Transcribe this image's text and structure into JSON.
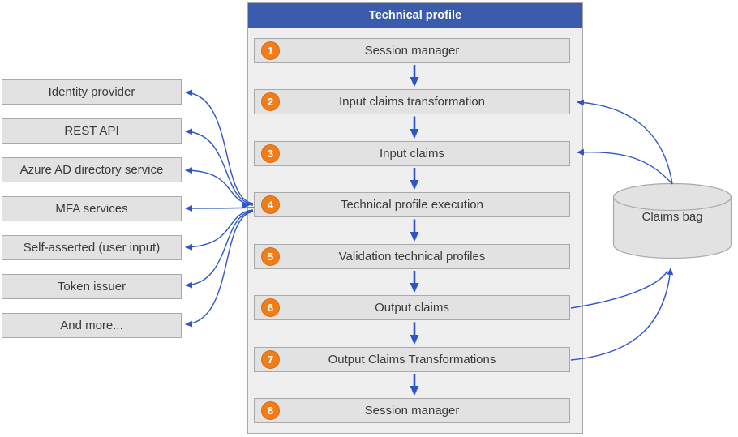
{
  "panel": {
    "title": "Technical profile"
  },
  "steps": [
    {
      "number": "1",
      "label": "Session manager"
    },
    {
      "number": "2",
      "label": "Input claims transformation"
    },
    {
      "number": "3",
      "label": "Input claims"
    },
    {
      "number": "4",
      "label": "Technical profile execution"
    },
    {
      "number": "5",
      "label": "Validation technical profiles"
    },
    {
      "number": "6",
      "label": "Output claims"
    },
    {
      "number": "7",
      "label": "Output Claims Transformations"
    },
    {
      "number": "8",
      "label": "Session manager"
    }
  ],
  "sources": [
    {
      "label": "Identity provider"
    },
    {
      "label": "REST API"
    },
    {
      "label": "Azure AD directory service"
    },
    {
      "label": "MFA services"
    },
    {
      "label": "Self-asserted (user input)"
    },
    {
      "label": "Token issuer"
    },
    {
      "label": "And more..."
    }
  ],
  "claims_bag": {
    "label": "Claims bag"
  },
  "colors": {
    "header_blue": "#3b5cad",
    "arrow_blue": "#2f55c4",
    "step_orange": "#f07d1a",
    "box_fill": "#e2e2e2",
    "box_border": "#a9a9a9",
    "panel_fill": "#efefef"
  }
}
